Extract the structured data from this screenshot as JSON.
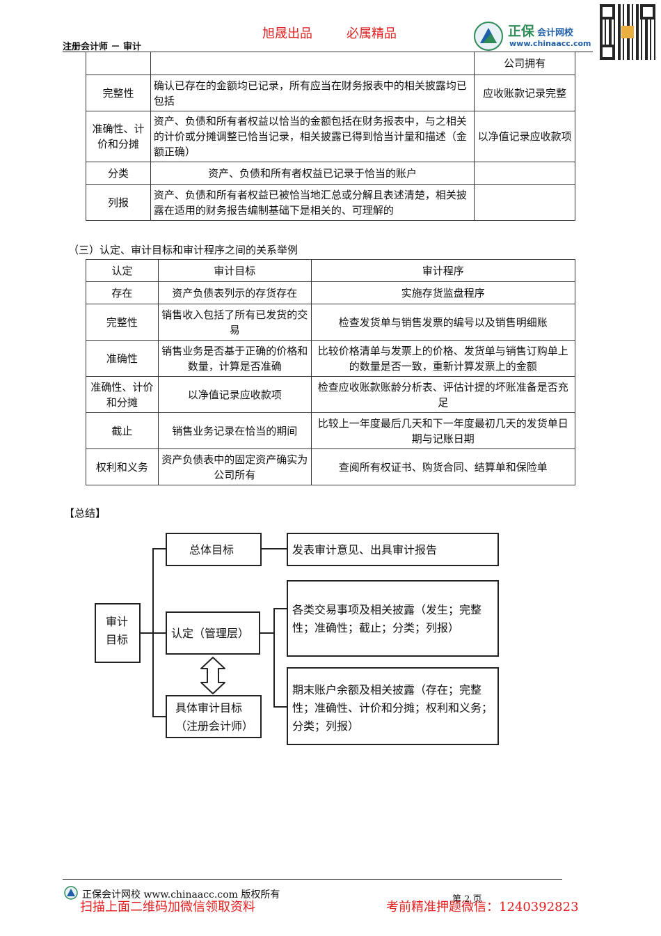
{
  "header": {
    "slogan_left": "旭晟出品",
    "slogan_right": "必属精品",
    "course": "注册会计师 － 审计",
    "logo_name": "正保",
    "logo_sub": "会计网校",
    "logo_url": "www.chinaacc.com"
  },
  "table1": {
    "rows": [
      [
        "",
        "",
        "公司拥有"
      ],
      [
        "完整性",
        "确认已存在的金额均已记录，所有应当在财务报表中的相关披露均已包括",
        "应收账款记录完整"
      ],
      [
        "准确性、计价和分摊",
        "资产、负债和所有者权益以恰当的金额包括在财务报表中，与之相关的计价或分摊调整已恰当记录，相关披露已得到恰当计量和描述（金额正确）",
        "以净值记录应收款项"
      ],
      [
        "分类",
        "资产、负债和所有者权益已记录于恰当的账户",
        ""
      ],
      [
        "列报",
        "资产、负债和所有者权益已被恰当地汇总或分解且表述清楚，相关披露在适用的财务报告编制基础下是相关的、可理解的",
        ""
      ]
    ]
  },
  "section3": {
    "heading": "（三）认定、审计目标和审计程序之间的关系举例",
    "columns": [
      "认定",
      "审计目标",
      "审计程序"
    ],
    "rows": [
      [
        "存在",
        "资产负债表列示的存货存在",
        "实施存货监盘程序"
      ],
      [
        "完整性",
        "销售收入包括了所有已发货的交易",
        "检查发货单与销售发票的编号以及销售明细账"
      ],
      [
        "准确性",
        "销售业务是否基于正确的价格和数量，计算是否准确",
        "比较价格清单与发票上的价格、发货单与销售订购单上的数量是否一致，重新计算发票上的金额"
      ],
      [
        "准确性、计价和分摊",
        "以净值记录应收款项",
        "检查应收账款账龄分析表、评估计提的坏账准备是否充足"
      ],
      [
        "截止",
        "销售业务记录在恰当的期间",
        "比较上一年度最后几天和下一年度最初几天的发货单日期与记账日期"
      ],
      [
        "权利和义务",
        "资产负债表中的固定资产确实为公司所有",
        "查阅所有权证书、购货合同、结算单和保险单"
      ]
    ]
  },
  "summary": {
    "heading": "【总结】",
    "root": "审计目标",
    "overall": "总体目标",
    "overall_desc": "发表审计意见、出具审计报告",
    "assertion": "认定（管理层）",
    "specific_line1": "具体审计目标",
    "specific_line2": "（注册会计师）",
    "trans_desc": "各类交易事项及相关披露（发生；完整性；准确性；截止；分类；列报）",
    "balance_desc": "期末账户余额及相关披露（存在；完整性；准确性、计价和分摊；权利和义务；分类；列报）"
  },
  "footer": {
    "copyright": "正保会计网校 www.chinaacc.com 版权所有",
    "page": "第 2 页",
    "promo_left": "扫描上面二维码加微信领取资料",
    "promo_right": "考前精准押题微信：1240392823"
  },
  "colors": {
    "promo_red": "#e02020",
    "logo_green": "#2e8b57",
    "logo_blue": "#1f5fa8"
  }
}
